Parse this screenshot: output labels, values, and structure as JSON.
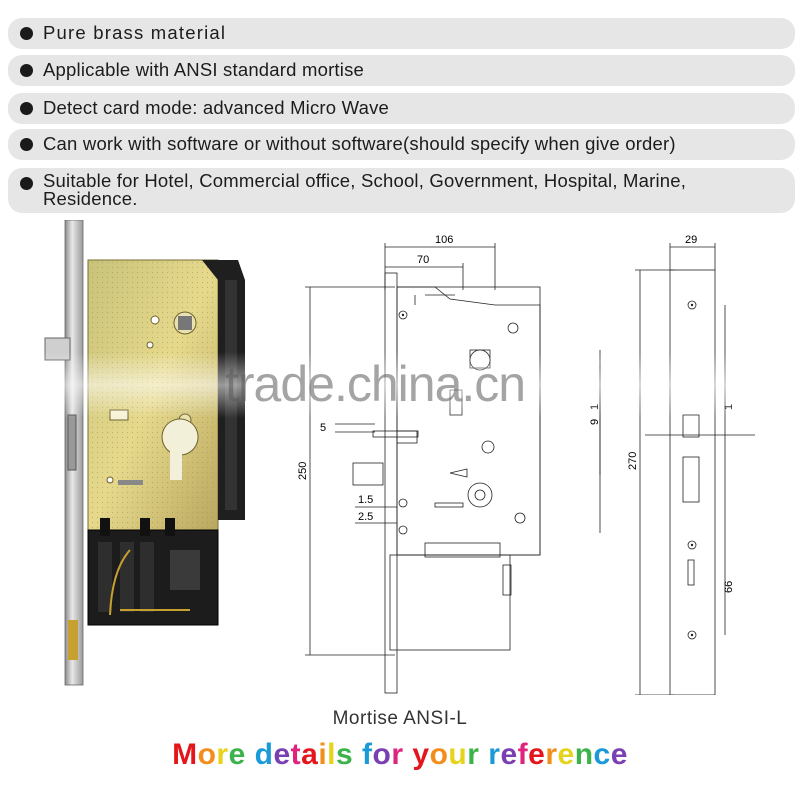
{
  "features": [
    "Pure brass material",
    "Applicable with ANSI standard mortise",
    "Detect card mode: advanced Micro Wave",
    "Can work with software or without software(should specify when give order)",
    "Suitable for Hotel, Commercial office, School, Government, Hospital, Marine, Residence."
  ],
  "dimensions": {
    "d106": "106",
    "d70": "70",
    "d29": "29",
    "d250": "250",
    "d270": "270",
    "d5": "5",
    "d1_5": "1.5",
    "d2_5": "2.5",
    "d9": "9",
    "d1a": "1",
    "d1b": "1",
    "d66": "66"
  },
  "watermark": "trade.china.cn",
  "caption": "Mortise ANSI-L",
  "footer_words": [
    "More",
    "details",
    "for",
    "your",
    "reference"
  ],
  "colors": {
    "accent_brass": "#d8c77a",
    "footer_gradient": [
      "#e3161b",
      "#f28e1c",
      "#e5d31c",
      "#3bb34a",
      "#1a9ad6",
      "#7a3fb0",
      "#e0237d"
    ]
  }
}
